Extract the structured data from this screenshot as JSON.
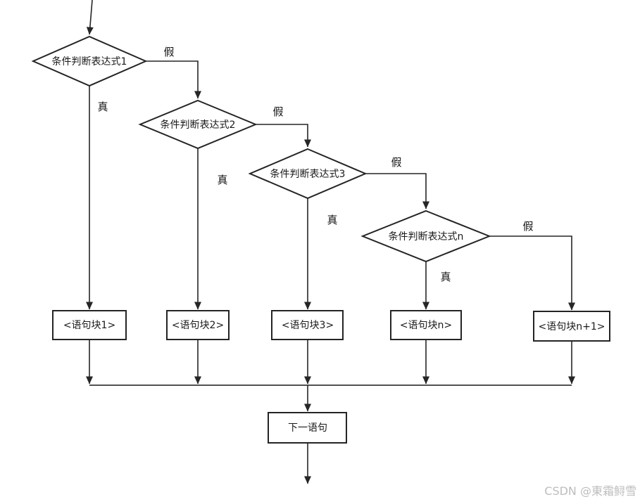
{
  "diagram": {
    "decisions": {
      "d1": "条件判断表达式1",
      "d2": "条件判断表达式2",
      "d3": "条件判断表达式3",
      "dn": "条件判断表达式n"
    },
    "blocks": {
      "b1": "<语句块1>",
      "b2": "<语句块2>",
      "b3": "<语句块3>",
      "bn": "<语句块n>",
      "bn1": "<语句块n+1>"
    },
    "next_statement": "下一语句",
    "edge_labels": {
      "true": "真",
      "false": "假"
    },
    "colors": {
      "line": "#262626",
      "node_fill": "#ffffff",
      "watermark": "#bdbdbd"
    }
  },
  "watermark": "CSDN @東霜鲟雪"
}
